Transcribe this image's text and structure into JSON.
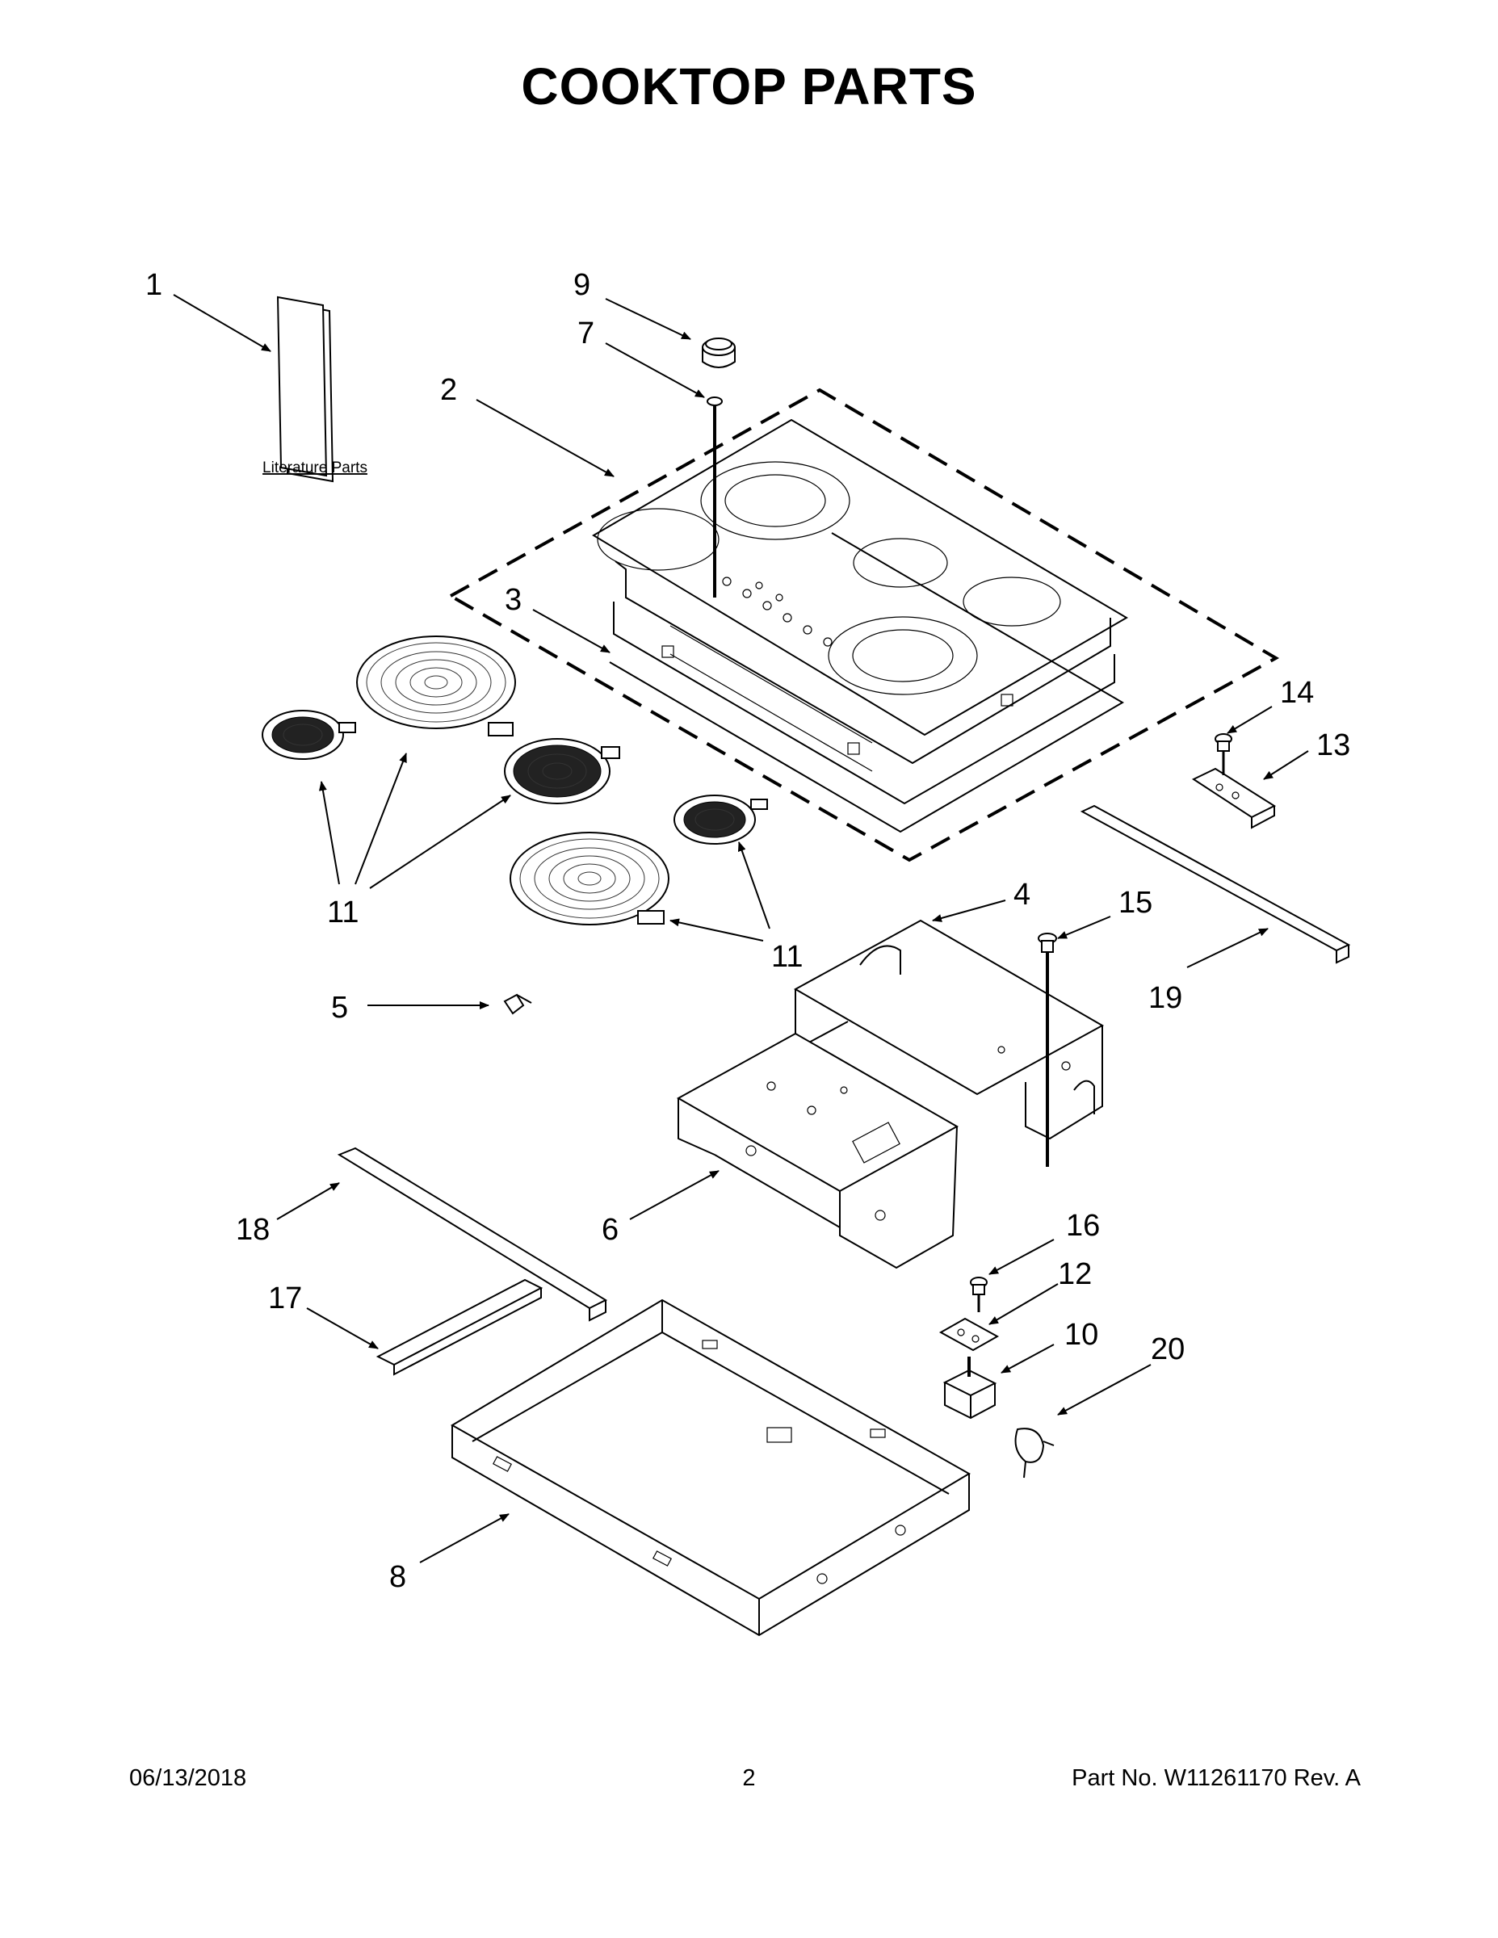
{
  "title": "COOKTOP PARTS",
  "literature_label": "Literature Parts",
  "callouts": {
    "c1": "1",
    "c2": "2",
    "c3": "3",
    "c4": "4",
    "c5": "5",
    "c6": "6",
    "c7": "7",
    "c8": "8",
    "c9": "9",
    "c10": "10",
    "c11a": "11",
    "c11b": "11",
    "c12": "12",
    "c13": "13",
    "c14": "14",
    "c15": "15",
    "c16": "16",
    "c17": "17",
    "c18": "18",
    "c19": "19",
    "c20": "20"
  },
  "footer": {
    "date": "06/13/2018",
    "page": "2",
    "part": "Part No.  W11261170  Rev.  A"
  }
}
